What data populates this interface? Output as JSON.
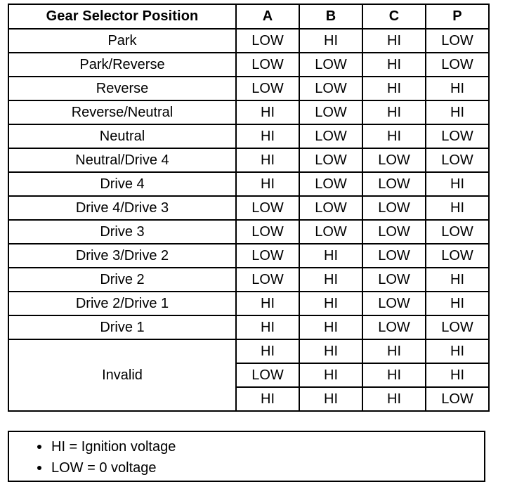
{
  "table": {
    "columns": [
      "Gear Selector Position",
      "A",
      "B",
      "C",
      "P"
    ],
    "rows": [
      {
        "label": "Park",
        "values": [
          "LOW",
          "HI",
          "HI",
          "LOW"
        ]
      },
      {
        "label": "Park/Reverse",
        "values": [
          "LOW",
          "LOW",
          "HI",
          "LOW"
        ]
      },
      {
        "label": "Reverse",
        "values": [
          "LOW",
          "LOW",
          "HI",
          "HI"
        ]
      },
      {
        "label": "Reverse/Neutral",
        "values": [
          "HI",
          "LOW",
          "HI",
          "HI"
        ]
      },
      {
        "label": "Neutral",
        "values": [
          "HI",
          "LOW",
          "HI",
          "LOW"
        ]
      },
      {
        "label": "Neutral/Drive 4",
        "values": [
          "HI",
          "LOW",
          "LOW",
          "LOW"
        ]
      },
      {
        "label": "Drive 4",
        "values": [
          "HI",
          "LOW",
          "LOW",
          "HI"
        ]
      },
      {
        "label": "Drive 4/Drive 3",
        "values": [
          "LOW",
          "LOW",
          "LOW",
          "HI"
        ]
      },
      {
        "label": "Drive 3",
        "values": [
          "LOW",
          "LOW",
          "LOW",
          "LOW"
        ]
      },
      {
        "label": "Drive 3/Drive 2",
        "values": [
          "LOW",
          "HI",
          "LOW",
          "LOW"
        ]
      },
      {
        "label": "Drive 2",
        "values": [
          "LOW",
          "HI",
          "LOW",
          "HI"
        ]
      },
      {
        "label": "Drive 2/Drive 1",
        "values": [
          "HI",
          "HI",
          "LOW",
          "HI"
        ]
      },
      {
        "label": "Drive 1",
        "values": [
          "HI",
          "HI",
          "LOW",
          "LOW"
        ]
      }
    ],
    "invalid_group": {
      "label": "Invalid",
      "rows": [
        {
          "values": [
            "HI",
            "HI",
            "HI",
            "HI"
          ]
        },
        {
          "values": [
            "LOW",
            "HI",
            "HI",
            "HI"
          ]
        },
        {
          "values": [
            "HI",
            "HI",
            "HI",
            "LOW"
          ]
        }
      ]
    }
  },
  "notes": [
    "HI = Ignition voltage",
    "LOW = 0 voltage"
  ],
  "colors": {
    "border": "#000000",
    "text": "#000000",
    "background": "#ffffff"
  }
}
